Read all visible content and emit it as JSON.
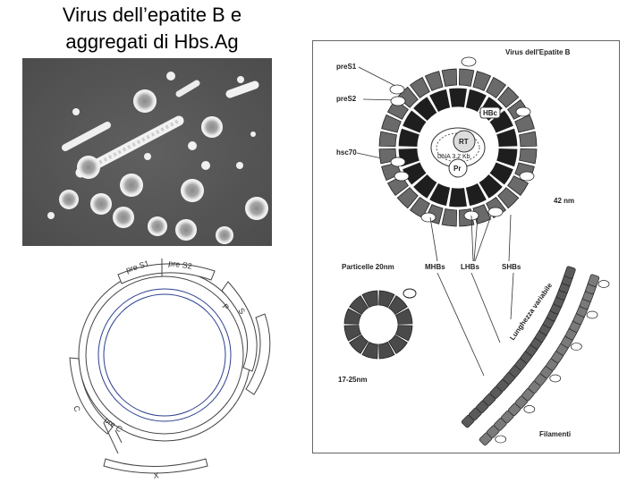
{
  "title": {
    "line1": "Virus dell’epatite B e",
    "line2": "aggregati di Hbs.Ag"
  },
  "genome_map": {
    "labels": {
      "pre_s1": "pre S1",
      "pre_s2": "pre S2",
      "p": "P",
      "s": "S",
      "c": "C",
      "pre_c": "pre C",
      "x": "X"
    }
  },
  "virus_diagram": {
    "title": "Virus dell'Epatite B",
    "labels": {
      "pre_s1": "preS1",
      "pre_s2": "preS2",
      "hsc70": "hsc70",
      "hbc": "HBc",
      "rt": "RT",
      "dna": "DNA 3.2 Kb",
      "pr": "Pr",
      "size_42": "42 nm",
      "particelle": "Particelle 20nm",
      "mhbs": "MHBs",
      "lhbs": "LHBs",
      "shbs": "SHBs",
      "size_17_25": "17-25nm",
      "lunghezza": "Lunghezza variabile",
      "filamenti": "Filamenti"
    }
  }
}
